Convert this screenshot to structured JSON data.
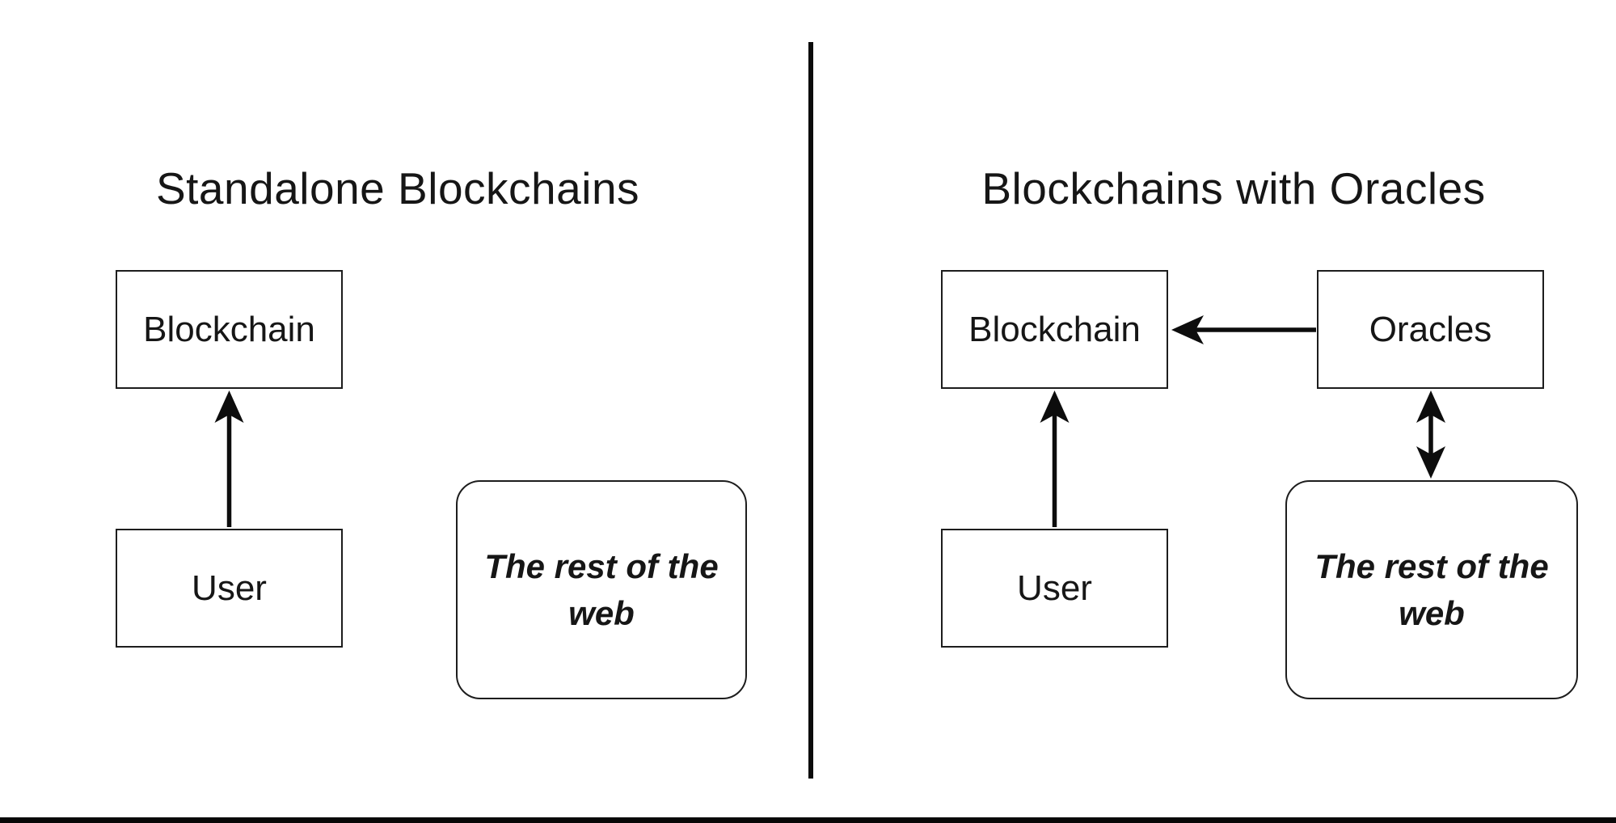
{
  "diagram": {
    "left_panel": {
      "title": "Standalone Blockchains",
      "nodes": {
        "blockchain": "Blockchain",
        "user": "User",
        "rest_of_web": "The rest of the web"
      }
    },
    "right_panel": {
      "title": "Blockchains with Oracles",
      "nodes": {
        "blockchain": "Blockchain",
        "user": "User",
        "oracles": "Oracles",
        "rest_of_web": "The rest of the web"
      }
    },
    "colors": {
      "stroke": "#1d1d1d",
      "text": "#161616",
      "background": "#ffffff",
      "divider": "#0c0c0c"
    }
  }
}
